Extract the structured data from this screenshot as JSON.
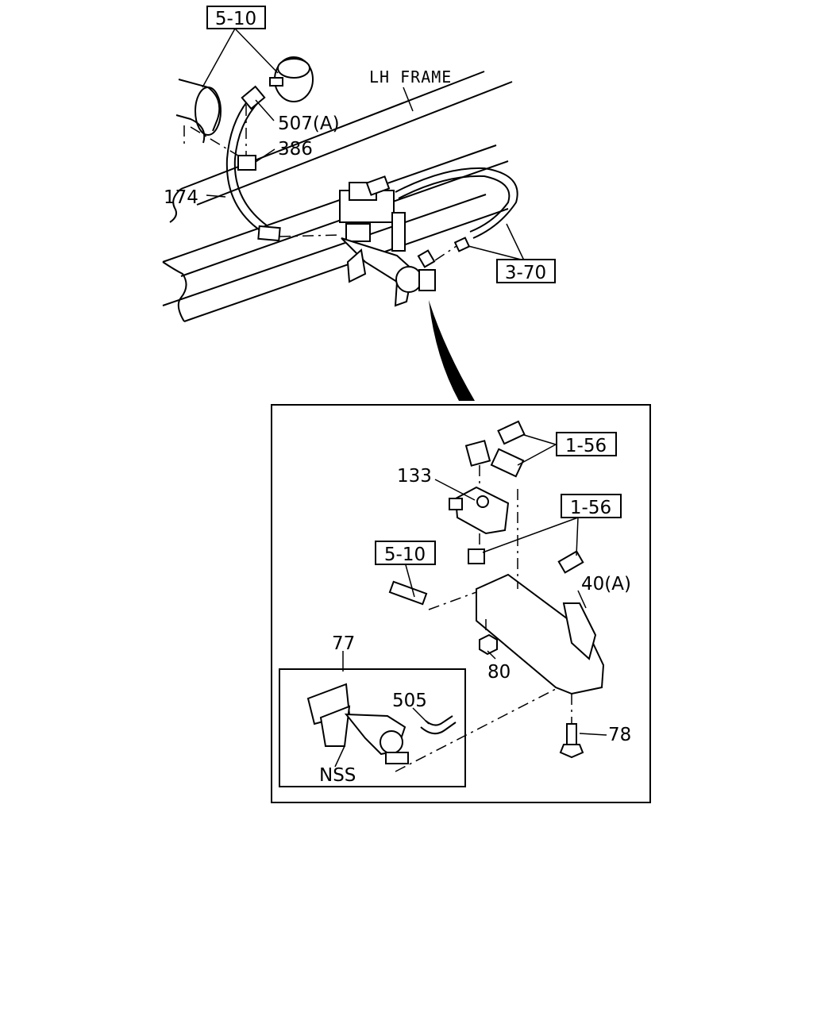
{
  "diagram": {
    "frame_label": "LH FRAME",
    "ref_boxes": {
      "top_left": "5-10",
      "top_right": "3-70",
      "detail_upper": "1-56",
      "detail_middle": "1-56",
      "detail_left": "5-10"
    },
    "part_numbers": {
      "p507a": "507(A)",
      "p386": "386",
      "p174": "174",
      "p133": "133",
      "p40a": "40(A)",
      "p80": "80",
      "p78": "78",
      "p77": "77",
      "p505": "505",
      "nss": "NSS"
    }
  }
}
